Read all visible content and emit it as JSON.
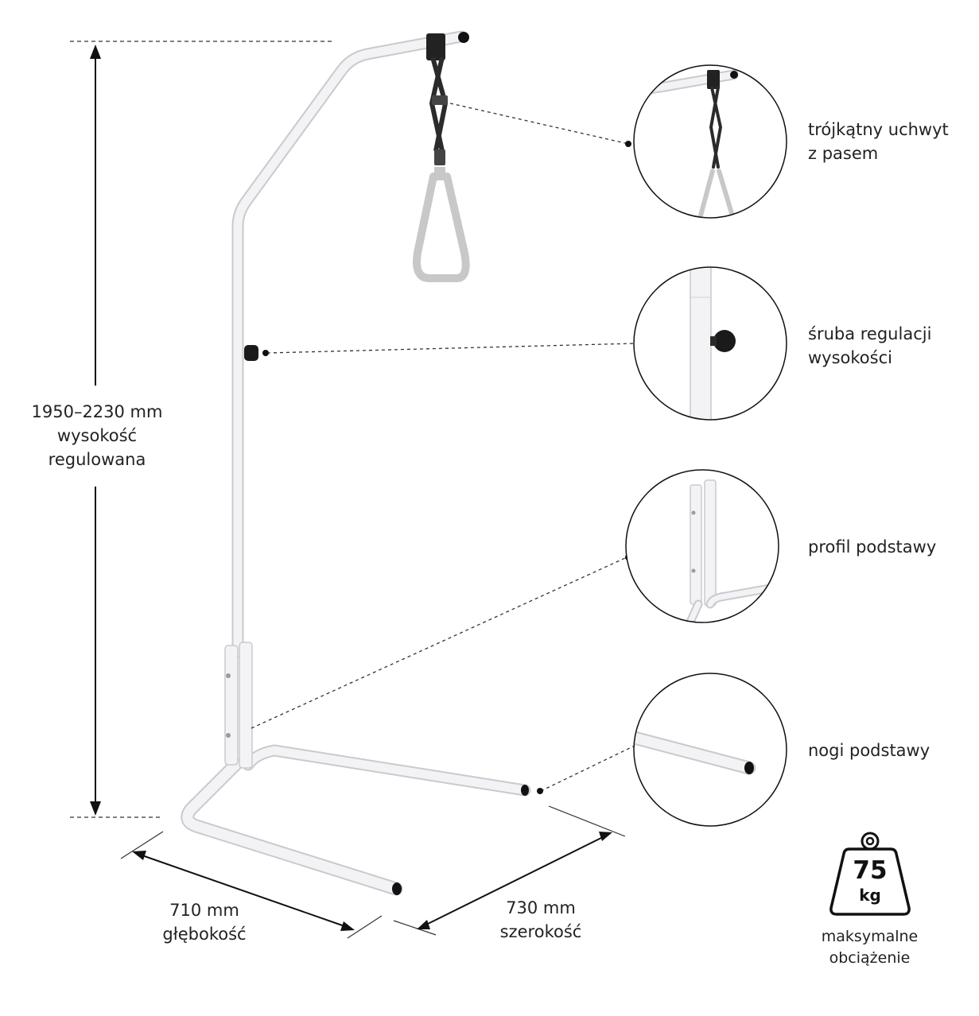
{
  "dimensions": {
    "height": {
      "lines": [
        "1950–2230 mm",
        "wysokość",
        "regulowana"
      ]
    },
    "depth": {
      "lines": [
        "710 mm",
        "głębokość"
      ]
    },
    "width": {
      "lines": [
        "730 mm",
        "szerokość"
      ]
    }
  },
  "callouts": [
    {
      "lines": [
        "trójkątny uchwyt",
        "z pasem"
      ]
    },
    {
      "lines": [
        "śruba regulacji",
        "wysokości"
      ]
    },
    {
      "lines": [
        "profil podstawy"
      ]
    },
    {
      "lines": [
        "nogi podstawy"
      ]
    }
  ],
  "load": {
    "value": "75",
    "unit": "kg",
    "caption_lines": [
      "maksymalne",
      "obciążenie"
    ]
  },
  "colors": {
    "frame": "#f3f3f6",
    "frame_outline": "#c9c9cf",
    "strap": "#2b2b2b",
    "handle": "#c8c8c8",
    "lines": "#222222"
  }
}
